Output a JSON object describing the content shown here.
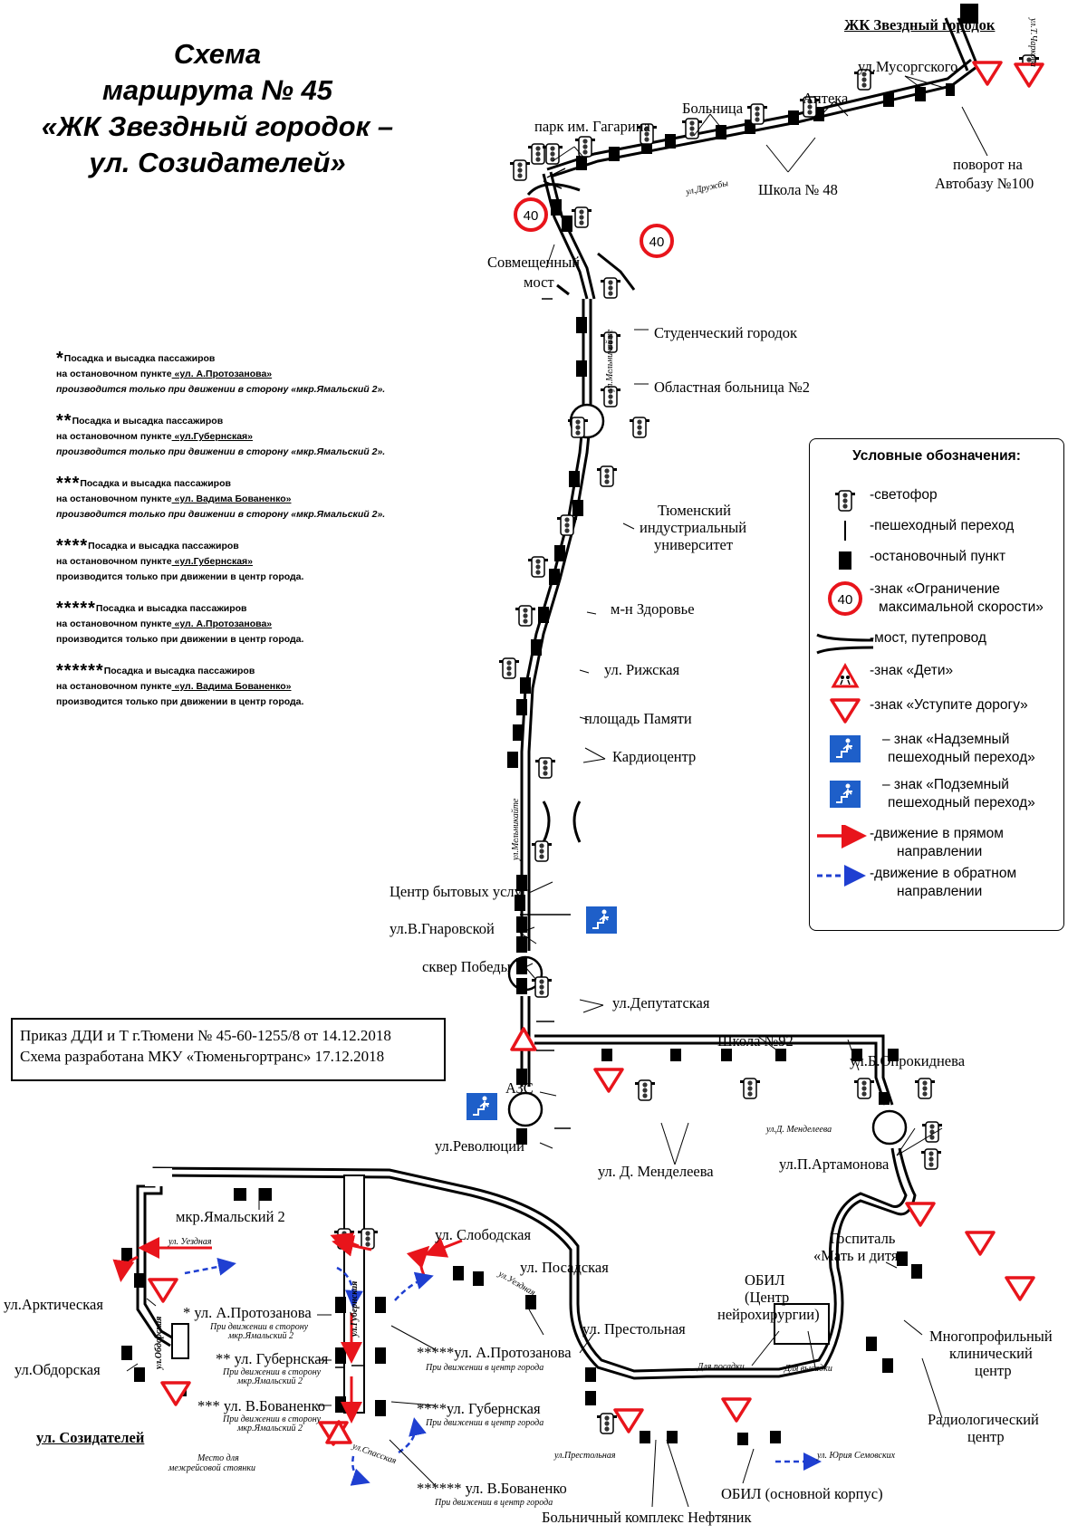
{
  "title": {
    "line1": "Схема",
    "line2": "маршрута № 45",
    "line3": "«ЖК Звездный городок –",
    "line4": "ул. Созидателей»"
  },
  "notes": [
    {
      "stars": "*",
      "line1": "Посадка и высадка пассажиров",
      "line2_prefix": "на остановочном пункте",
      "stop": " «ул. А.Протозанова»",
      "line3": "производится только при движении в сторону «мкр.Ямальский 2»."
    },
    {
      "stars": "**",
      "line1": "Посадка и высадка пассажиров",
      "line2_prefix": "на остановочном пункте",
      "stop": " «ул.Губернская»",
      "line3": "производится только при движении в сторону «мкр.Ямальский 2»."
    },
    {
      "stars": "***",
      "line1": "Посадка и высадка пассажиров",
      "line2_prefix": "на остановочном пункте",
      "stop": " «ул. Вадима Бованенко»",
      "line3": "производится только при движении в сторону «мкр.Ямальский 2»."
    },
    {
      "stars": "****",
      "line1": "Посадка и высадка пассажиров",
      "line2_prefix": "на остановочном пункте",
      "stop": " «ул.Губернская»",
      "line3": "производится только при движении в центр города."
    },
    {
      "stars": "*****",
      "line1": "Посадка и высадка пассажиров",
      "line2_prefix": "на остановочном пункте",
      "stop": " «ул. А.Протозанова»",
      "line3": "производится только при движении в центр города."
    },
    {
      "stars": "******",
      "line1": "Посадка и высадка пассажиров",
      "line2_prefix": "на остановочном пункте",
      "stop": " «ул. Вадима Бованенко»",
      "line3": "производится только при движении в центр города."
    }
  ],
  "order": {
    "line1": "Приказ ДДИ и Т г.Тюмени № 45-60-1255/8 от 14.12.2018",
    "line2": "Схема разработана МКУ «Тюменьгортранс» 17.12.2018"
  },
  "legend": {
    "title": "Условные обозначения:",
    "traffic_light": "-светофор",
    "crossing": "-пешеходный переход",
    "stop": "-остановочный пункт",
    "speed_sign_1": "-знак «Ограничение",
    "speed_sign_2": "максимальной скорости»",
    "speed_value": "40",
    "bridge": "-мост, путепровод",
    "children": "-знак «Дети»",
    "yield": "-знак «Уступите дорогу»",
    "overpass_1": "–  знак «Надземный",
    "overpass_2": "пешеходный переход»",
    "underpass_1": "–  знак «Подземный",
    "underpass_2": "пешеходный переход»",
    "forward_1": "-движение в прямом",
    "forward_2": "направлении",
    "reverse_1": "-движение в обратном",
    "reverse_2": "направлении"
  },
  "colors": {
    "forward": "#e8141b",
    "reverse": "#1f3fd1",
    "sign_red": "#e8141b",
    "sign_blue": "#1e5fc9"
  },
  "stops": {
    "zvezdny": "ЖК Звездный городок",
    "musorgsky": "ул.Мусоргского",
    "apteka": "Аптека",
    "bolnica": "Больница",
    "park": "парк им. Гагарина",
    "school48": "Школа № 48",
    "avtobaza_1": "поворот на",
    "avtobaza_2": "Автобазу №100",
    "bridge_1": "Совмещенный",
    "bridge_2": "мост",
    "student": "Студенческий городок",
    "oblast": "Областная больница №2",
    "tiu_1": "Тюменский",
    "tiu_2": "индустриальный",
    "tiu_3": "университет",
    "zdorovie": "м-н Здоровье",
    "rizhskaya": "ул. Рижская",
    "pamyati": "площадь Памяти",
    "kardio": "Кардиоцентр",
    "cbu": "Центр бытовых услуг",
    "gnarovskoy": "ул.В.Гнаровской",
    "pobedy": "сквер Победы",
    "deputat": "ул.Депутатская",
    "azs": "АЗС",
    "revolution": "ул.Революции",
    "mendeleeva": "ул. Д. Менделеева",
    "school92": "Школа №92",
    "oprokidneva": "ул.Б.Опрокиднева",
    "artamonova": "ул.П.Артамонова",
    "yamalsky": "мкр.Ямальский 2",
    "slobodskaya": "ул. Слободская",
    "posadskaya": "ул. Посадская",
    "prestolnaya": "ул. Престольная",
    "arkticheskaya": "ул.Арктическая",
    "obdorskaya": "ул.Обдорская",
    "sozidateley": "ул. Созидателей",
    "protozanova_a": "* ул. А.Протозанова",
    "gubernskaya_a": "** ул. Губернская",
    "bovanenko_a": "*** ул. В.Бованенко",
    "protozanova_b": "*****ул. А.Протозанова",
    "gubernskaya_b": "****ул. Губернская",
    "bovanenko_b": "****** ул. В.Бованенко",
    "to_yamal_1": "При движении в сторону",
    "to_yamal_2": "мкр.Ямальский 2",
    "to_center": "При движении в центр города",
    "mezhreis_1": "Место для",
    "mezhreis_2": "межрейсовой стоянки",
    "neftyanik": "Больничный комплекс Нефтяник",
    "obil_main": "ОБИЛ (основной корпус)",
    "obil_neuro_1": "ОБИЛ",
    "obil_neuro_2": "(Центр",
    "obil_neuro_3": "нейрохирургии)",
    "dlya_posadki": "Для посадки",
    "dlya_vysadki": "Для высадки",
    "gospital_1": "Госпиталь",
    "gospital_2": "«Мать и дитя»",
    "mkc_1": "Многопрофильный",
    "mkc_2": "клинический",
    "mkc_3": "центр",
    "radio_1": "Радиологический",
    "radio_2": "центр"
  },
  "streets": {
    "zharkova": "ул.Т.Чаркова",
    "druzhby": "ул.Дружбы",
    "melnikaite1": "ул.Мельникайте",
    "melnikaite2": "ул.Мельникайте",
    "mendeleeva": "ул.Д. Менделеева",
    "uezdnaya1": "ул. Уездная",
    "uezdnaya2": "ул.Уездная",
    "obdorskaya": "ул.Обдорская",
    "gubernskaya": "ул.Губернская",
    "spasskaya": "ул.Спасская",
    "prestolnaya": "ул.Престольная",
    "semovskih": "ул. Юрия Семовских"
  }
}
